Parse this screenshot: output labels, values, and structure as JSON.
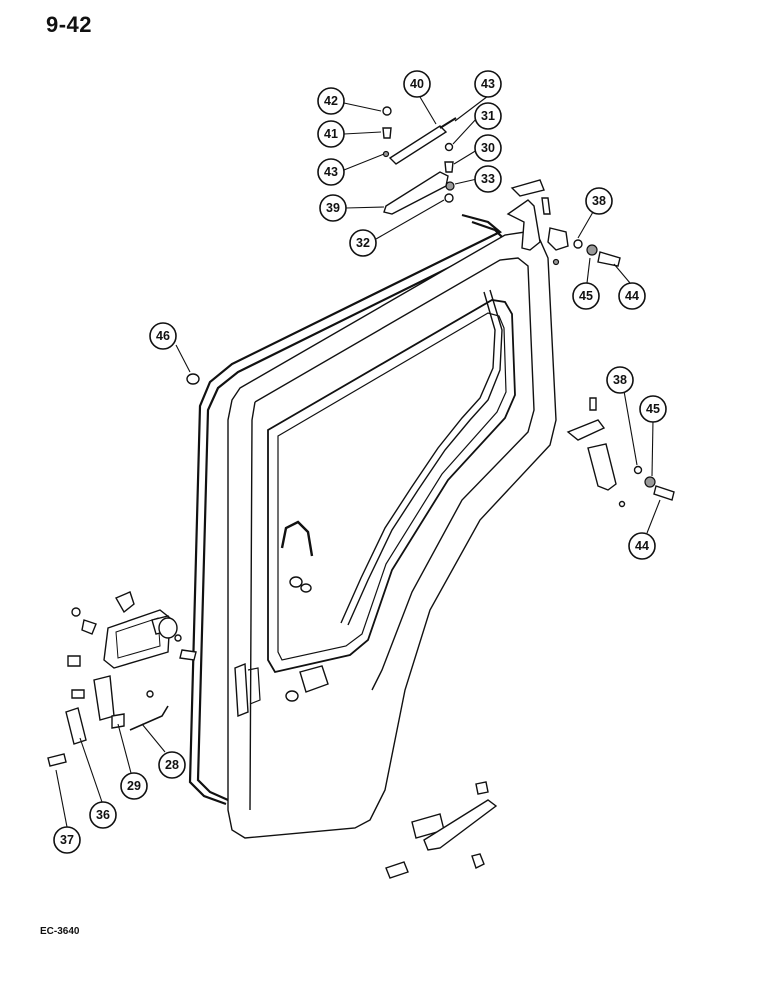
{
  "page_number": "9-42",
  "figure_code": "EC-3640",
  "callouts": [
    {
      "id": "c42a",
      "label": "42"
    },
    {
      "id": "c41",
      "label": "41"
    },
    {
      "id": "c43a",
      "label": "43"
    },
    {
      "id": "c40",
      "label": "40"
    },
    {
      "id": "c43b",
      "label": "43"
    },
    {
      "id": "c31",
      "label": "31"
    },
    {
      "id": "c30",
      "label": "30"
    },
    {
      "id": "c33",
      "label": "33"
    },
    {
      "id": "c39",
      "label": "39"
    },
    {
      "id": "c32",
      "label": "32"
    },
    {
      "id": "c38a",
      "label": "38"
    },
    {
      "id": "c45a",
      "label": "45"
    },
    {
      "id": "c44a",
      "label": "44"
    },
    {
      "id": "c46",
      "label": "46"
    },
    {
      "id": "c38b",
      "label": "38"
    },
    {
      "id": "c45b",
      "label": "45"
    },
    {
      "id": "c44b",
      "label": "44"
    },
    {
      "id": "c28",
      "label": "28"
    },
    {
      "id": "c29",
      "label": "29"
    },
    {
      "id": "c36",
      "label": "36"
    },
    {
      "id": "c37",
      "label": "37"
    }
  ]
}
